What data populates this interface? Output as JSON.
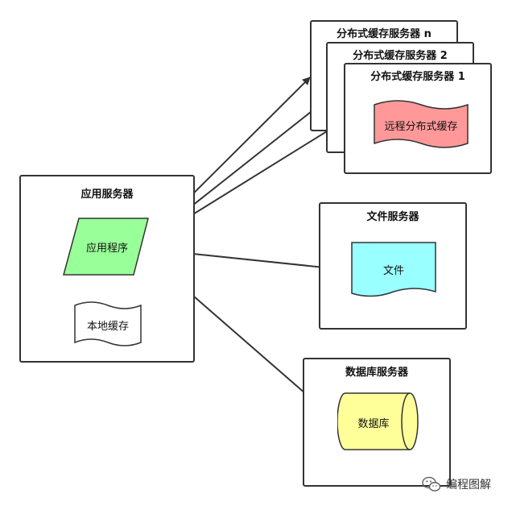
{
  "diagram": {
    "app_server": {
      "title": "应用服务器",
      "app_label": "应用程序",
      "local_cache_label": "本地缓存"
    },
    "cache_servers": [
      {
        "title": "分布式缓存服务器 n"
      },
      {
        "title": "分布式缓存服务器 2"
      },
      {
        "title": "分布式缓存服务器 1",
        "content_label": "远程分布式缓存"
      }
    ],
    "file_server": {
      "title": "文件服务器",
      "content_label": "文件"
    },
    "db_server": {
      "title": "数据库服务器",
      "content_label": "数据库"
    }
  },
  "colors": {
    "app_fill": "#99ff99",
    "cache_fill": "#ff9999",
    "file_fill": "#99ffff",
    "db_fill": "#ffff99",
    "stroke": "#333333"
  },
  "watermark": {
    "text": "编程图解",
    "icon": "wechat-icon"
  }
}
